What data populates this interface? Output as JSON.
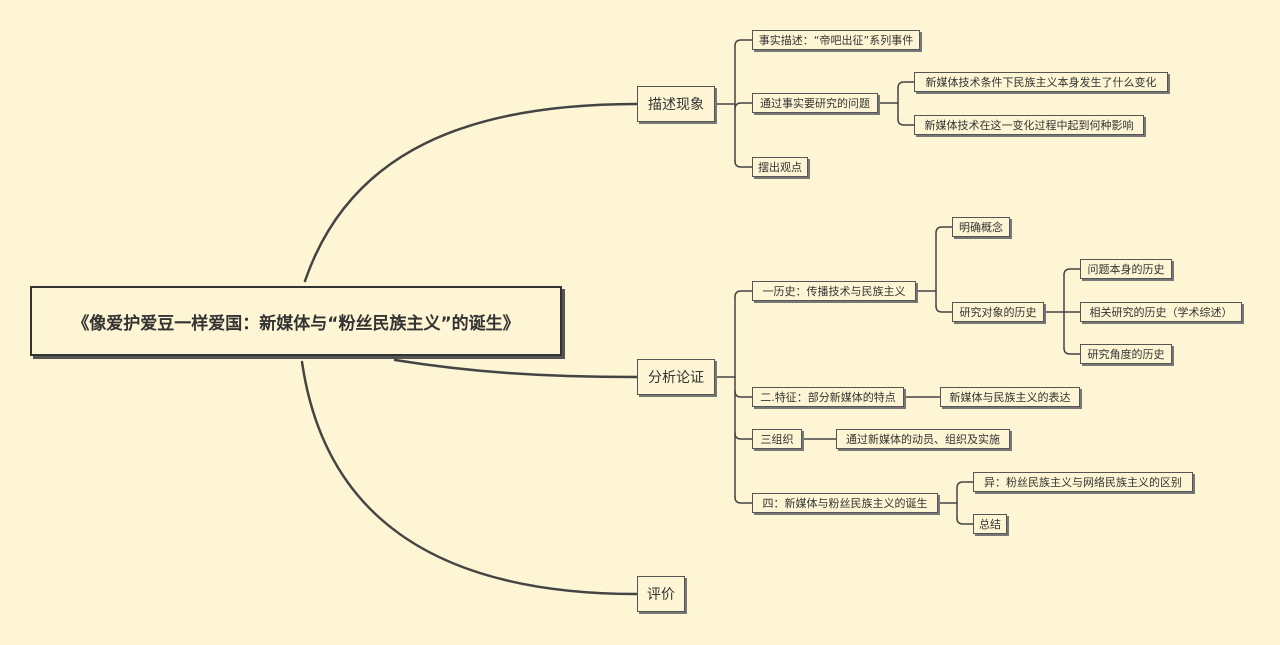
{
  "root": "《像爱护爱豆一样爱国：新媒体与“粉丝民族主义”的诞生》",
  "branches": [
    {
      "label": "描述现象",
      "children": [
        {
          "label": "事实描述：“帝吧出征”系列事件"
        },
        {
          "label": "通过事实要研究的问题",
          "children": [
            {
              "label": "新媒体技术条件下民族主义本身发生了什么变化"
            },
            {
              "label": "新媒体技术在这一变化过程中起到何种影响"
            }
          ]
        },
        {
          "label": "摆出观点"
        }
      ]
    },
    {
      "label": "分析论证",
      "children": [
        {
          "label": "一历史：传播技术与民族主义",
          "children": [
            {
              "label": "明确概念"
            },
            {
              "label": "研究对象的历史",
              "children": [
                {
                  "label": "问题本身的历史"
                },
                {
                  "label": "相关研究的历史（学术综述）"
                },
                {
                  "label": "研究角度的历史"
                }
              ]
            }
          ]
        },
        {
          "label": "二.特征：部分新媒体的特点",
          "children": [
            {
              "label": "新媒体与民族主义的表达"
            }
          ]
        },
        {
          "label": "三组织",
          "children": [
            {
              "label": "通过新媒体的动员、组织及实施"
            }
          ]
        },
        {
          "label": "四：新媒体与粉丝民族主义的诞生",
          "children": [
            {
              "label": "异：粉丝民族主义与网络民族主义的区别"
            },
            {
              "label": "总结"
            }
          ]
        }
      ]
    },
    {
      "label": "评价"
    }
  ]
}
